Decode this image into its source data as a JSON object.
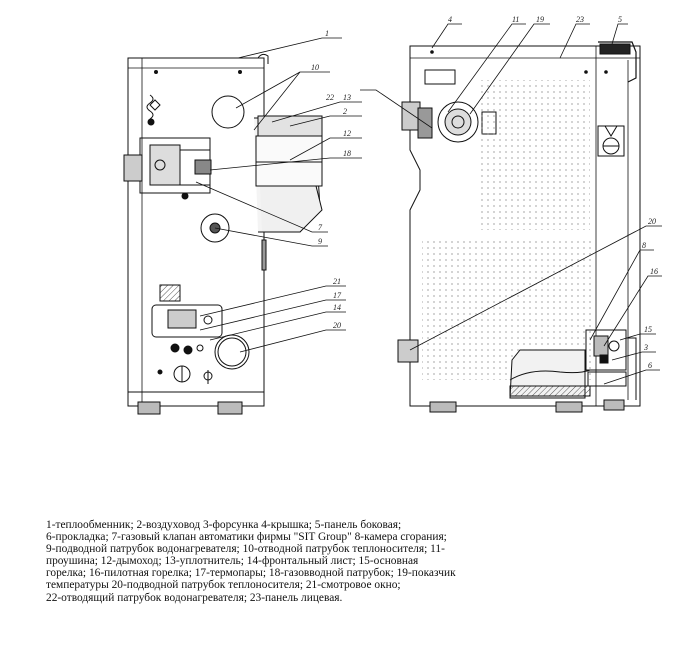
{
  "callouts": [
    "1",
    "2",
    "3",
    "4",
    "5",
    "6",
    "7",
    "8",
    "9",
    "10",
    "11",
    "12",
    "13",
    "14",
    "15",
    "16",
    "17",
    "18",
    "19",
    "20",
    "21",
    "22",
    "23"
  ],
  "legend_lines": [
    "1-теплообменник; 2-воздуховод 3-форсунка 4-крышка; 5-панель боковая;",
    "6-прокладка; 7-газовый клапан автоматики фирмы \"SIT Group\" 8-камера сгорания;",
    "9-подводной патрубок водонагревателя; 10-отводной патрубок теплоносителя; 11-",
    "проушина; 12-дымоход; 13-уплотнитель; 14-фронтальный лист; 15-основная",
    "горелка; 16-пилотная горелка; 17-термопары; 18-газовводной патрубок; 19-показчик",
    "температуры 20-подводной патрубок теплоносителя; 21-смотровое окно;",
    "22-отводящий патрубок водонагревателя; 23-панель лицевая."
  ]
}
